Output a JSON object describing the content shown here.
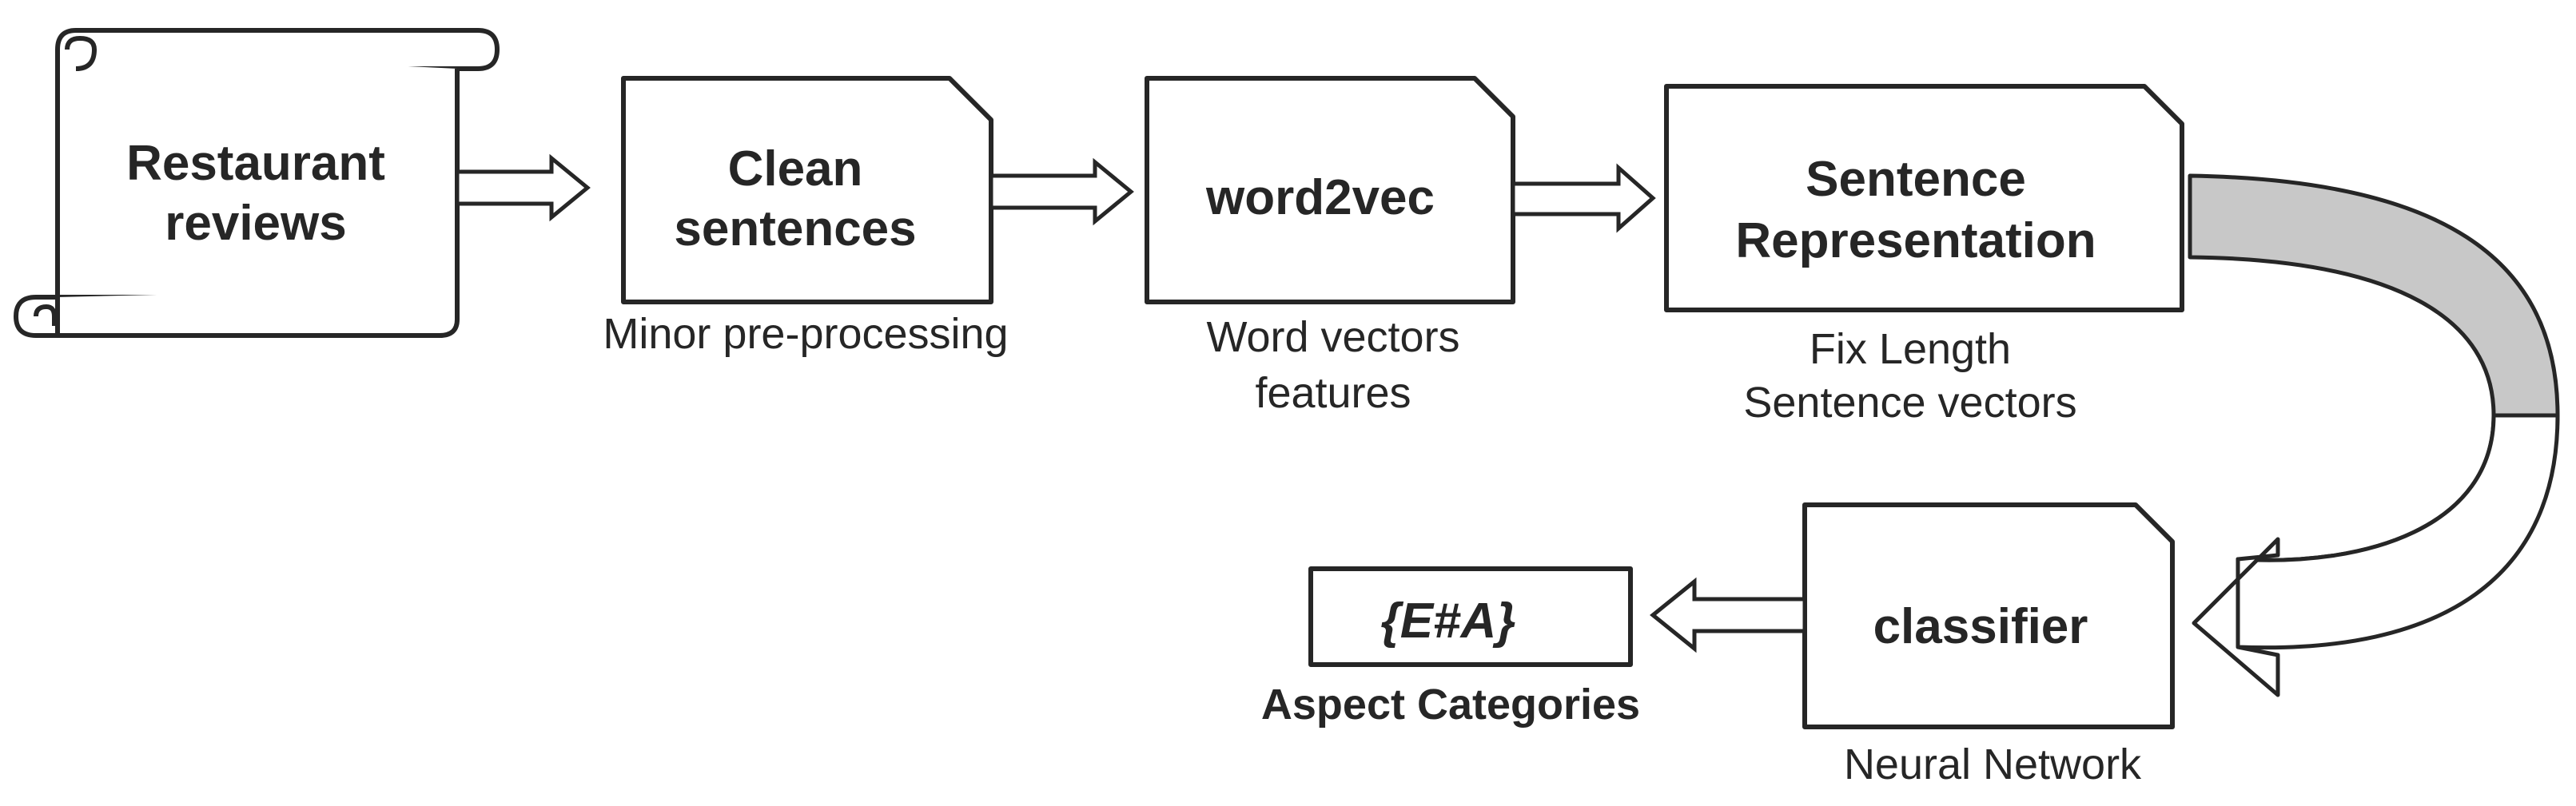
{
  "nodes": {
    "reviews": {
      "line1": "Restaurant",
      "line2": "reviews"
    },
    "clean": {
      "line1": "Clean",
      "line2": "sentences",
      "caption": "Minor pre-processing"
    },
    "word2vec": {
      "label": "word2vec",
      "caption1": "Word vectors",
      "caption2": "features"
    },
    "sentence": {
      "line1": "Sentence",
      "line2": "Representation",
      "caption1": "Fix Length",
      "caption2": "Sentence vectors"
    },
    "classifier": {
      "label": "classifier",
      "caption": "Neural Network"
    },
    "output": {
      "label": "{E#A}",
      "caption": "Aspect Categories"
    }
  },
  "colors": {
    "stroke": "#262626",
    "fill": "#ffffff",
    "curved_arrow_fill": "#c8c8c8"
  }
}
